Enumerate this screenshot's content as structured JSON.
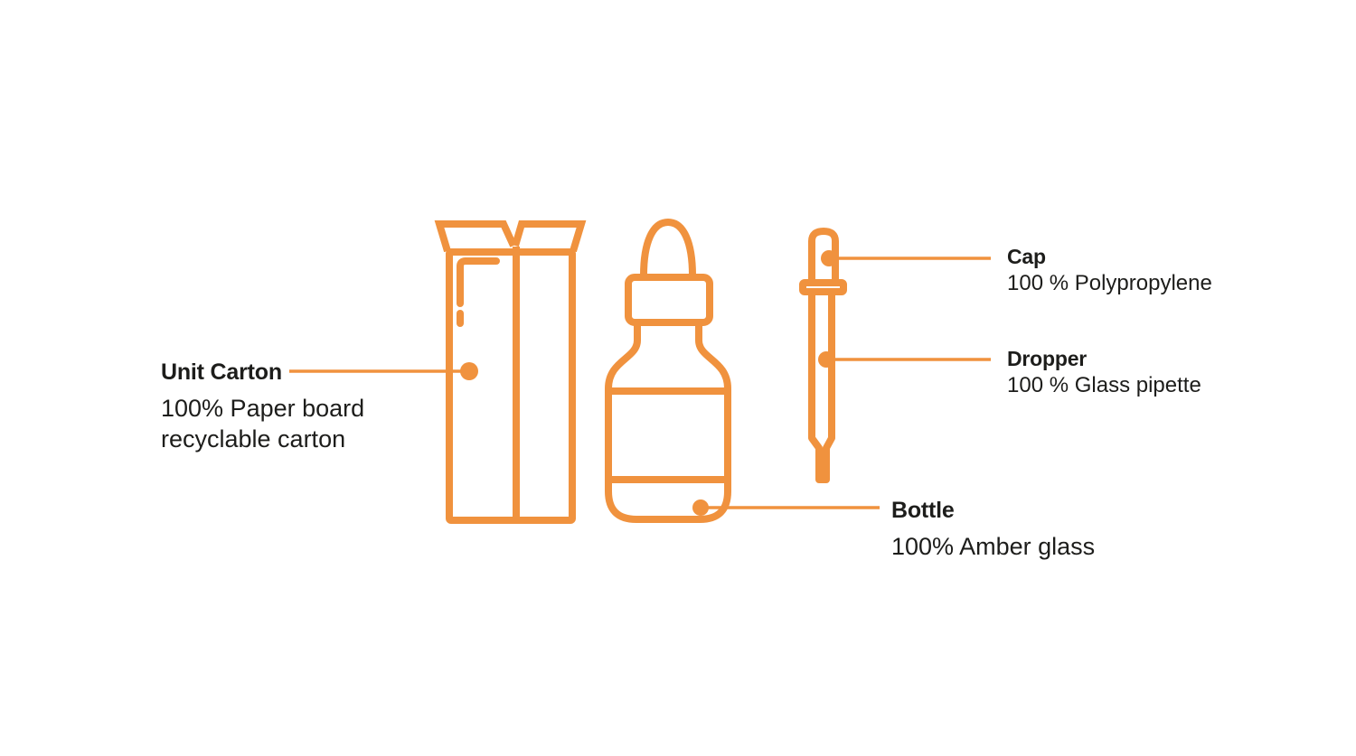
{
  "colors": {
    "accent_orange": "#F0923E",
    "text_dark": "#1D1D1B",
    "background": "#FFFFFF"
  },
  "icons": {
    "unit_carton": "unit-carton-icon",
    "bottle": "bottle-icon",
    "dropper": "dropper-icon",
    "markers": "marker-dot-icon"
  },
  "labels": {
    "unit_carton": {
      "title": "Unit Carton",
      "lines": [
        "100% Paper board",
        "recyclable carton"
      ]
    },
    "cap": {
      "title": "Cap",
      "description": "100 % Polypropylene"
    },
    "dropper": {
      "title": "Dropper",
      "description": "100 % Glass pipette"
    },
    "bottle": {
      "title": "Bottle",
      "description": "100% Amber glass"
    }
  }
}
